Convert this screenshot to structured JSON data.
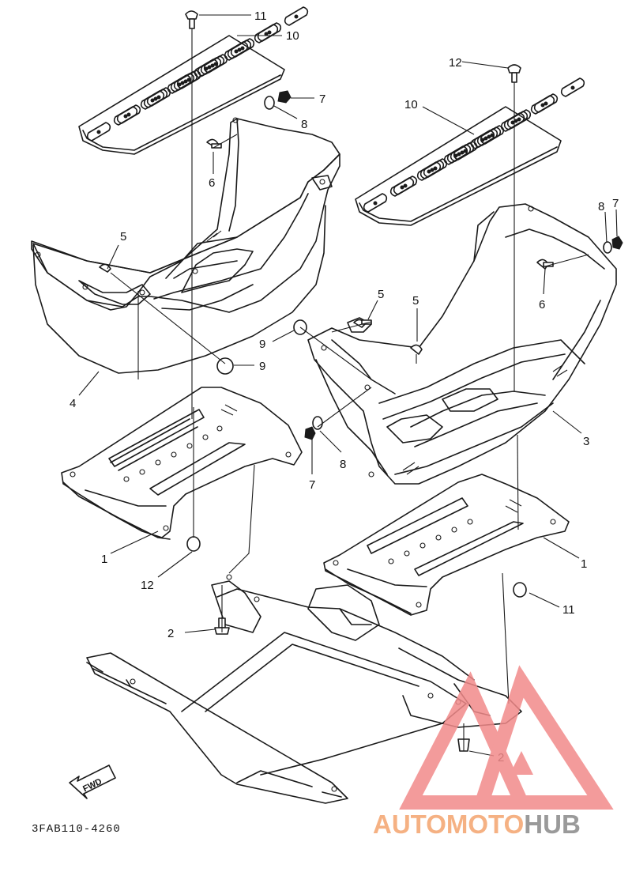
{
  "diagram": {
    "drawing_code": "3FAB110-4260",
    "direction_label": "FWD",
    "callouts": [
      {
        "id": "c1a",
        "label": "1"
      },
      {
        "id": "c1b",
        "label": "1"
      },
      {
        "id": "c2a",
        "label": "2"
      },
      {
        "id": "c2b",
        "label": "2"
      },
      {
        "id": "c3",
        "label": "3"
      },
      {
        "id": "c4",
        "label": "4"
      },
      {
        "id": "c5a",
        "label": "5"
      },
      {
        "id": "c5b",
        "label": "5"
      },
      {
        "id": "c5c",
        "label": "5"
      },
      {
        "id": "c6a",
        "label": "6"
      },
      {
        "id": "c6b",
        "label": "6"
      },
      {
        "id": "c7a",
        "label": "7"
      },
      {
        "id": "c7b",
        "label": "7"
      },
      {
        "id": "c7c",
        "label": "7"
      },
      {
        "id": "c8a",
        "label": "8"
      },
      {
        "id": "c8b",
        "label": "8"
      },
      {
        "id": "c8c",
        "label": "8"
      },
      {
        "id": "c9a",
        "label": "9"
      },
      {
        "id": "c9b",
        "label": "9"
      },
      {
        "id": "c10a",
        "label": "10"
      },
      {
        "id": "c10b",
        "label": "10"
      },
      {
        "id": "c11a",
        "label": "11"
      },
      {
        "id": "c11b",
        "label": "11"
      },
      {
        "id": "c12a",
        "label": "12"
      },
      {
        "id": "c12b",
        "label": "12"
      }
    ]
  },
  "watermark": {
    "text_part1": "AUTOMOTO",
    "text_part2": "HUB",
    "color_part1": "#f5b183",
    "color_part2": "#9a9a9a",
    "logo_color": "#f28a8a"
  }
}
